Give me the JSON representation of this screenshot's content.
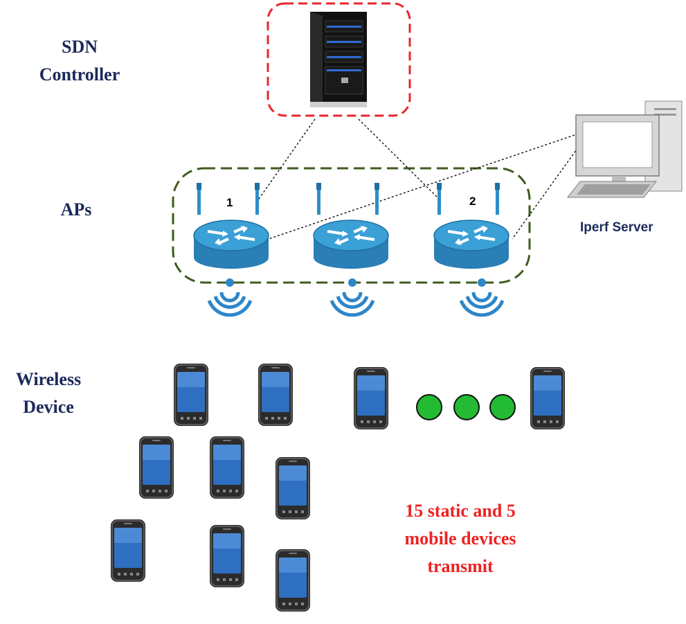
{
  "labels": {
    "sdn_line1": "SDN",
    "sdn_line2": "Controller",
    "aps": "APs",
    "wireless_line1": "Wireless",
    "wireless_line2": "Device"
  },
  "server_label": "Iperf Server",
  "ap_numbers": [
    "1",
    "2"
  ],
  "caption": {
    "line1": "15 static and 5",
    "line2": "mobile devices",
    "line3": "transmit"
  },
  "colors": {
    "controller_box": "#e8262b",
    "ap_box": "#3f5a1f",
    "router_blue": "#2d8ec6",
    "signal_blue": "#2d86c8",
    "dots_green": "#22bb33",
    "caption_red": "#ee2222",
    "label_navy": "#1b2a5a"
  },
  "icons": {
    "controller": "server-tower-icon",
    "ap": "wireless-router-icon",
    "wifi": "wifi-signal-icon",
    "phone": "smartphone-icon",
    "pc": "desktop-computer-icon",
    "ellipsis": "green-dot-icon"
  }
}
